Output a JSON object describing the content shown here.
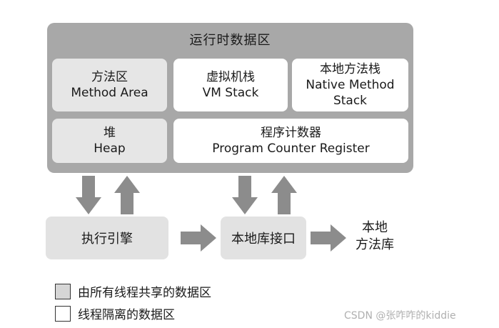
{
  "runtime_area": {
    "title": "运行时数据区",
    "method_area": {
      "zh": "方法区",
      "en": "Method Area"
    },
    "vm_stack": {
      "zh": "虚拟机栈",
      "en": "VM Stack"
    },
    "native_method_stack": {
      "zh": "本地方法栈",
      "en_line1": "Native Method",
      "en_line2": "Stack"
    },
    "heap": {
      "zh": "堆",
      "en": "Heap"
    },
    "pc_register": {
      "zh": "程序计数器",
      "en": "Program Counter Register"
    }
  },
  "execution_engine": "执行引擎",
  "native_interface": "本地库接口",
  "native_library": {
    "line1": "本地",
    "line2": "方法库"
  },
  "legend": {
    "shared": "由所有线程共享的数据区",
    "isolated": "线程隔离的数据区"
  },
  "watermark": "CSDN @张咋咋的kiddie",
  "colors": {
    "runtime_bg": "#a8a8a8",
    "shared_box": "#e6e6e6",
    "private_box": "#ffffff",
    "arrow": "#8c8c8c"
  }
}
